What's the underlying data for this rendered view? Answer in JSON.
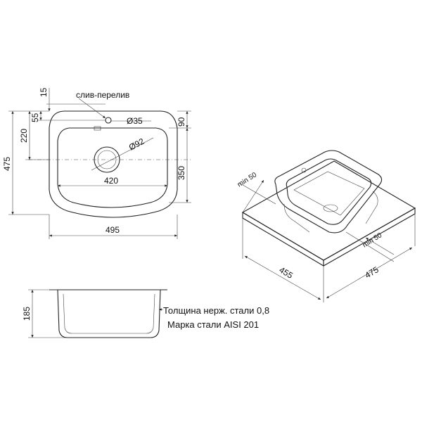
{
  "top_view": {
    "overflow_label": "слив-перелив",
    "dims": {
      "offset_15": "15",
      "offset_55": "55",
      "height_220": "220",
      "height_475": "475",
      "dia_35": "Ø35",
      "dia_92": "Ø92",
      "width_420": "420",
      "width_495": "495",
      "right_90": "90",
      "right_350": "350"
    }
  },
  "iso_view": {
    "min_left": "min 50",
    "min_right": "min 50",
    "dim_455": "455",
    "dim_475": "475"
  },
  "side_view": {
    "depth_185": "185"
  },
  "notes": {
    "thickness": "Толщина нерж. стали 0,8",
    "grade": "Марка стали AISI 201"
  }
}
